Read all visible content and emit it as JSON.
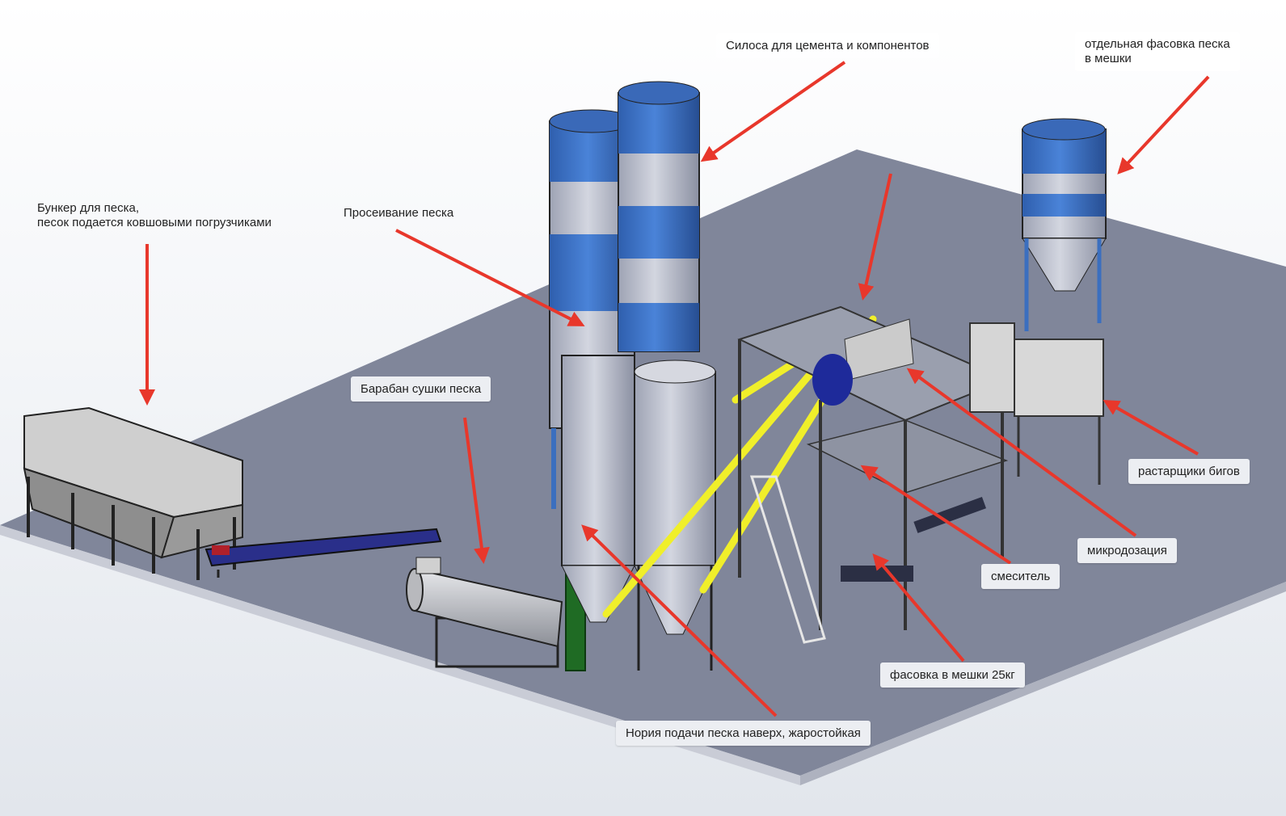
{
  "title": "Plant layout for dry building mixes",
  "colors": {
    "floor": "#80869a",
    "floor_edge": "#d7dae2",
    "silo_blue": "#3f74c9",
    "silo_grey": "#b8bccb",
    "conveyor_yellow": "#f0ef2a",
    "elevator_green": "#1f6b24",
    "arrow_red": "#e8372b",
    "label_bg": "#eceef2"
  },
  "labels": {
    "silos": "Силоса для цемента и компонентов",
    "separate_packing_line1": "отдельная фасовка песка",
    "separate_packing_line2": "в мешки",
    "sand_bunker_line1": "Бункер для песка,",
    "sand_bunker_line2": "песок подается ковшовыми погрузчиками",
    "sand_screening": "Просеивание песка",
    "drying_drum": "Барабан сушки песка",
    "big_bag_unloaders": "растарщики бигов",
    "micro_dosing": "микродозация",
    "mixer": "смеситель",
    "bag_packing": "фасовка в мешки 25кг",
    "bucket_elevator": "Нория подачи песка наверх, жаростойкая"
  }
}
